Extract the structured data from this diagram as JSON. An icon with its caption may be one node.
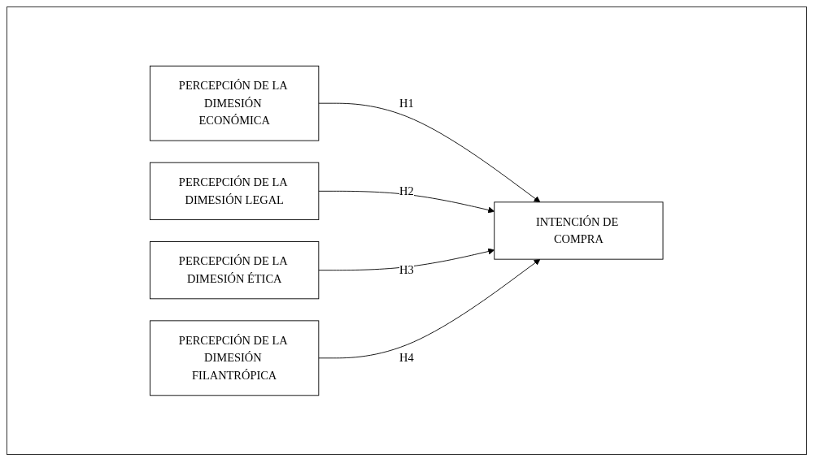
{
  "diagram": {
    "nodes": [
      {
        "text": [
          "PERCEPCIÓN DE LA DIMESIÓN ECONÓMICA"
        ]
      },
      {
        "text": [
          "PERCEPCIÓN DE LA DIMESIÓN LEGAL"
        ]
      },
      {
        "text": [
          "PERCEPCIÓN DE LA DIMESIÓN ÉTICA"
        ]
      },
      {
        "text": [
          "PERCEPCIÓN DE LA DIMESIÓN FILANTRÓPICA"
        ]
      },
      {
        "text": [
          "INTENCIÓN DE COMPRA"
        ]
      }
    ],
    "edges": [
      {
        "from": 0,
        "to": 4,
        "arrow": "to",
        "label": "H1"
      },
      {
        "from": 1,
        "to": 4,
        "arrow": "to",
        "label": "H2"
      },
      {
        "from": 2,
        "to": 4,
        "arrow": "to",
        "label": "H3"
      },
      {
        "from": 3,
        "to": 4,
        "arrow": "to",
        "label": "H4"
      }
    ]
  }
}
